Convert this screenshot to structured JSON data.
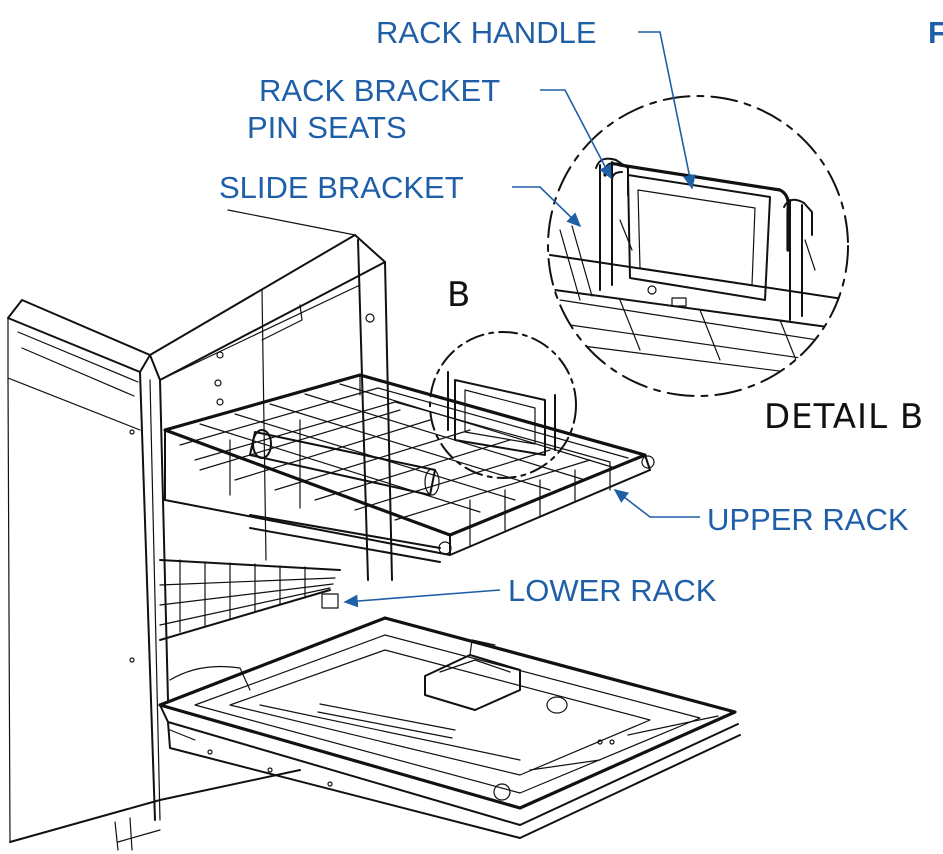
{
  "labels": {
    "rack_handle": "RACK HANDLE",
    "rack_bracket_line1": "RACK BRACKET",
    "rack_bracket_line2": "PIN SEATS",
    "slide_bracket": "SLIDE BRACKET",
    "detail_letter": "B",
    "detail_title": "DETAIL B",
    "upper_rack": "UPPER RACK",
    "lower_rack": "LOWER RACK",
    "corner_fragment": "F"
  },
  "colors": {
    "callout_text": "#1f5fa8",
    "line_art": "#111111",
    "background": "#ffffff"
  }
}
